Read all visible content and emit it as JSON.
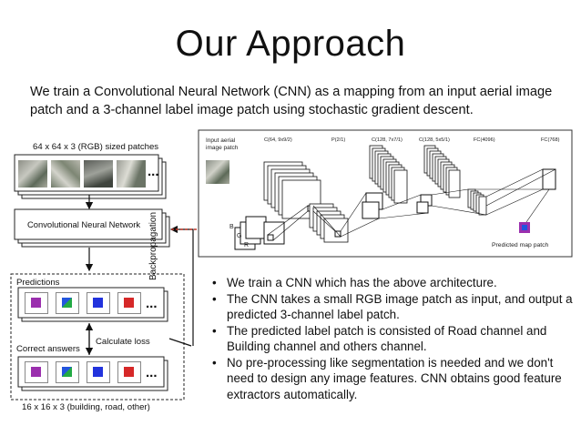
{
  "title": "Our Approach",
  "subtitle": "We train a Convolutional Neural Network (CNN) as a mapping from an input aerial image patch and a 3-channel label image patch using stochastic gradient descent.",
  "pipeline": {
    "input_label": "64 x 64 x 3 (RGB) sized patches",
    "cnn_label": "Convolutional Neural Network",
    "predictions_label": "Predictions",
    "correct_label": "Correct answers",
    "calc_loss_label": "Calculate loss",
    "backprop_label": "Backpropagation",
    "output_label": "16 x 16 x 3 (building, road, other)",
    "ellipsis": "..."
  },
  "architecture": {
    "input_label_line1": "Input aerial",
    "input_label_line2": "image patch",
    "layers": [
      "C(64, 9x9/2)",
      "P(2/1)",
      "C(128, 7x7/1)",
      "C(128, 5x5/1)",
      "FC(4096)",
      "FC(768)"
    ],
    "channels": [
      "B",
      "G",
      "R"
    ],
    "output_label": "Predicted map patch"
  },
  "bullets": [
    "We train a CNN which has the above architecture.",
    "The CNN takes a small RGB image patch as input, and output a predicted 3-channel label patch.",
    "The predicted label patch is consisted of Road channel and Building channel and others channel.",
    "No pre-processing like segmentation is needed and we don't need to design any image features. CNN obtains good feature extractors automatically."
  ],
  "colors": {
    "arrow": "#c0392b",
    "road": "#2255dd",
    "building": "#d62828",
    "other": "#22aa44",
    "purple": "#9b2fae"
  },
  "icons": {
    "bullet": "•"
  }
}
